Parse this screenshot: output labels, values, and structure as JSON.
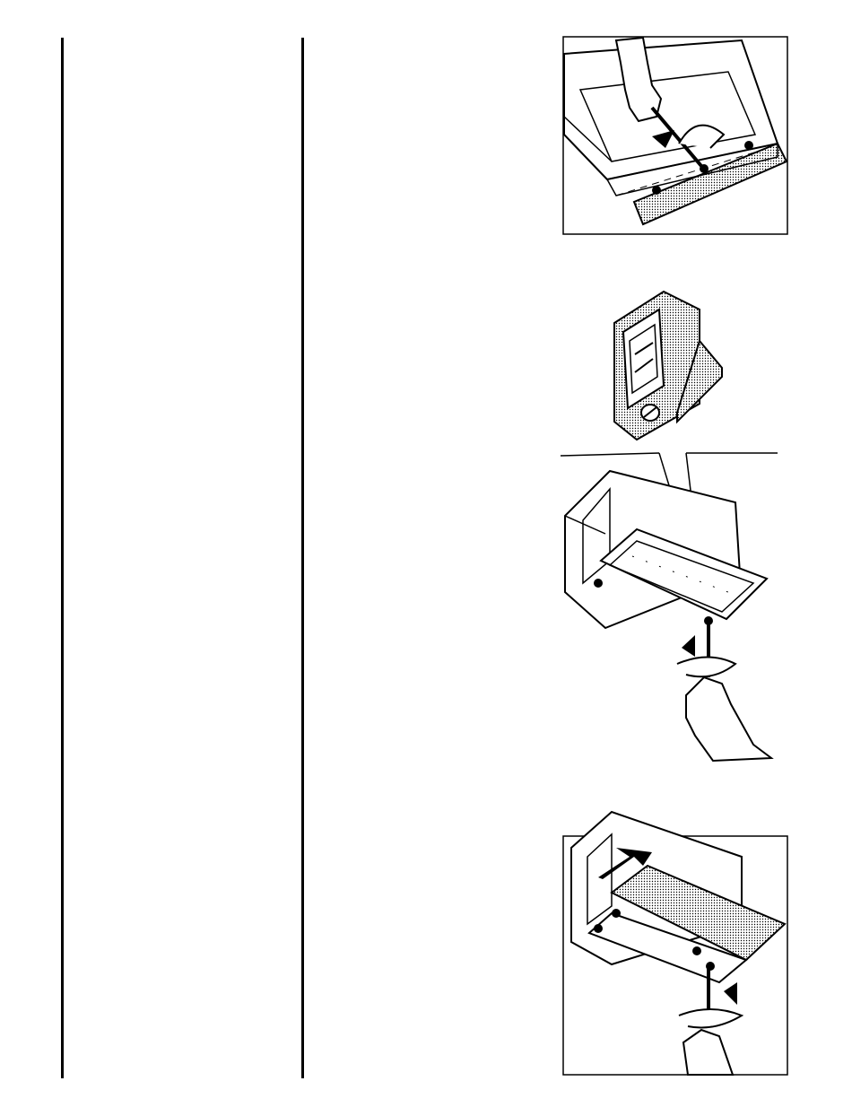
{
  "page": {
    "background": "#ffffff",
    "ink": "#000000",
    "columns": [
      "left-text-column",
      "middle-text-column",
      "illustration-column"
    ]
  },
  "figures": [
    {
      "id": "fig1",
      "depicts": "screwdriver-loosening-filter-screw",
      "icons": [
        "hand-icon",
        "screwdriver-icon",
        "curved-arrow-icon"
      ]
    },
    {
      "id": "fig2",
      "depicts": "filter-clip-detail",
      "icons": [
        "clip-icon"
      ]
    },
    {
      "id": "fig3",
      "depicts": "hood-underside-screw-removal",
      "icons": [
        "hand-icon",
        "screwdriver-icon",
        "rotate-arrow-icon"
      ]
    },
    {
      "id": "fig4",
      "depicts": "filter-slide-out",
      "icons": [
        "hand-icon",
        "screwdriver-icon",
        "rotate-arrow-icon",
        "slide-arrow-icon"
      ]
    }
  ]
}
